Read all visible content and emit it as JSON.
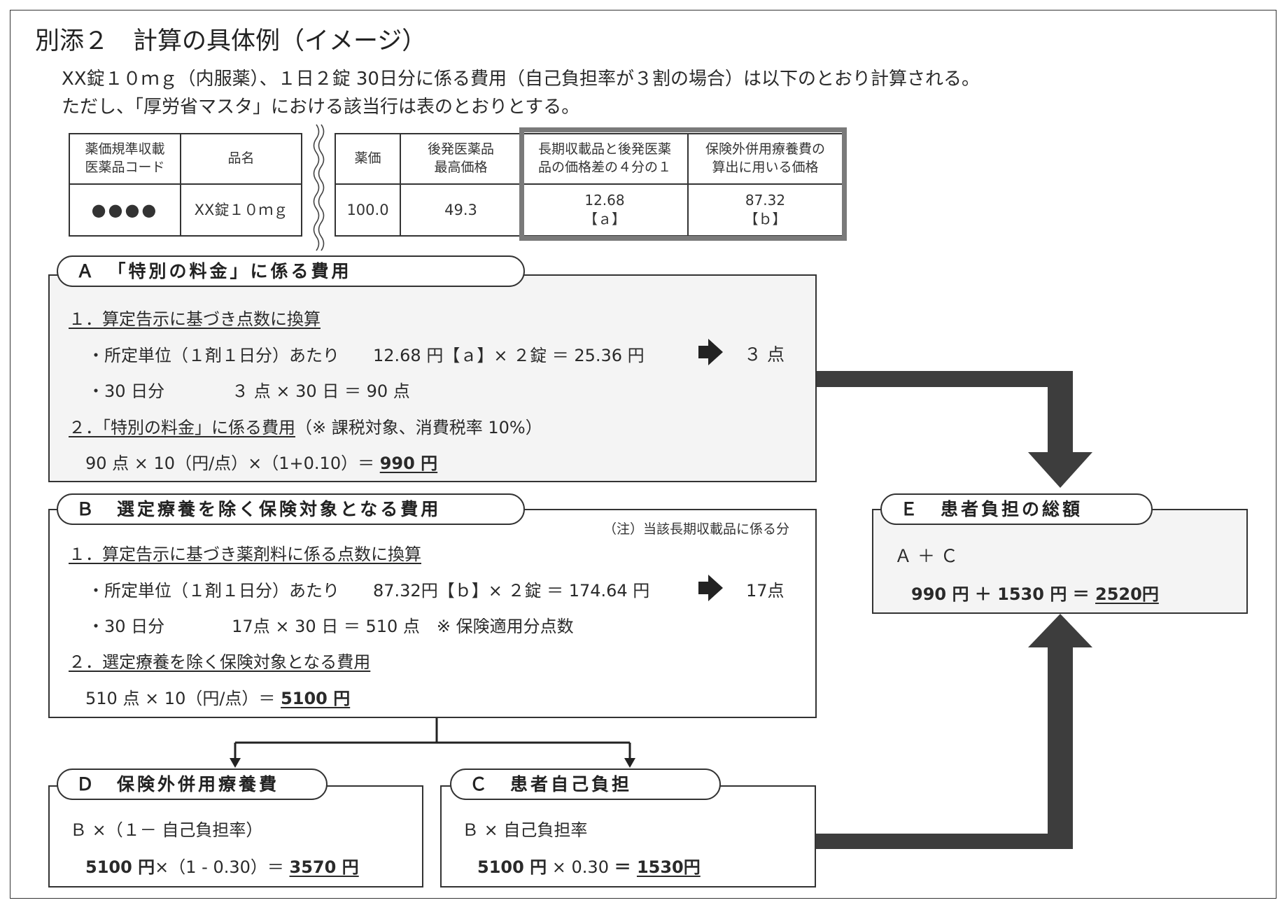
{
  "title": "別添２　計算の具体例（イメージ）",
  "intro": [
    "XX錠１０ｍｇ（内服薬）、１日２錠 30日分に係る費用（自己負担率が３割の場合）は以下のとおり計算される。",
    "ただし、「厚労省マスタ」における該当行は表のとおりとする。"
  ],
  "table": {
    "headers": [
      "薬価規準収載\n医薬品コード",
      "品名",
      "薬価",
      "後発医薬品\n最高価格",
      "長期収載品と後発医薬\n品の価格差の４分の１",
      "保険外併用療養費の\n算出に用いる価格"
    ],
    "row": [
      "●●●●",
      "XX錠１０ｍｇ",
      "100.0",
      "49.3",
      "12.68\n【ａ】",
      "87.32\n【ｂ】"
    ]
  },
  "sectionA": {
    "label": "Ａ　「特別の料金」に係る費用",
    "step1_title": "１．算定告示に基づき点数に換算",
    "step1_line1": "・所定単位（１剤１日分）あたり　　12.68 円【ａ】× ２錠 ＝ 25.36 円",
    "step1_result": "３ 点",
    "step1_line2": "・30 日分　　　　３ 点 × 30 日 ＝ 90 点",
    "step2_title": "２．「特別の料金」に係る費用",
    "step2_note": "（※ 課税対象、消費税率 10%）",
    "step2_formula": "90 点 × 10（円/点）×（1+0.10）＝ ",
    "step2_result": "990 円"
  },
  "sectionB": {
    "label": "Ｂ　選定療養を除く保険対象となる費用",
    "note": "（注）当該長期収載品に係る分",
    "step1_title": "１．算定告示に基づき薬剤料に係る点数に換算",
    "step1_line1": "・所定単位（１剤１日分）あたり　　87.32円【ｂ】× ２錠 ＝ 174.64 円",
    "step1_result": "17点",
    "step1_line2": "・30 日分　　　　17点 × 30 日 ＝ 510 点　※ 保険適用分点数",
    "step2_title": "２．選定療養を除く保険対象となる費用",
    "step2_formula": "510 点 × 10（円/点）＝ ",
    "step2_result": "5100 円"
  },
  "sectionD": {
    "label": "Ｄ　保険外併用療養費",
    "formula": "Ｂ ×（１－ 自己負担率）",
    "calc_a": "5100 円",
    "calc_b": "×（1 - 0.30）＝ ",
    "result": "3570 円"
  },
  "sectionC": {
    "label": "Ｃ　患者自己負担",
    "formula": "Ｂ × 自己負担率",
    "calc_a": "5100 円",
    "calc_b": " × 0.30 ",
    "calc_c": "＝ ",
    "result": "1530円"
  },
  "sectionE": {
    "label": "Ｅ　患者負担の総額",
    "formula": "Ａ ＋ Ｃ",
    "calc": "990 円 ＋ 1530 円 ＝ ",
    "result": "2520円"
  },
  "colors": {
    "arrow": "#3d3d3d",
    "highlight_border": "#7a7a7a",
    "box_fill": "#f4f4f4"
  }
}
